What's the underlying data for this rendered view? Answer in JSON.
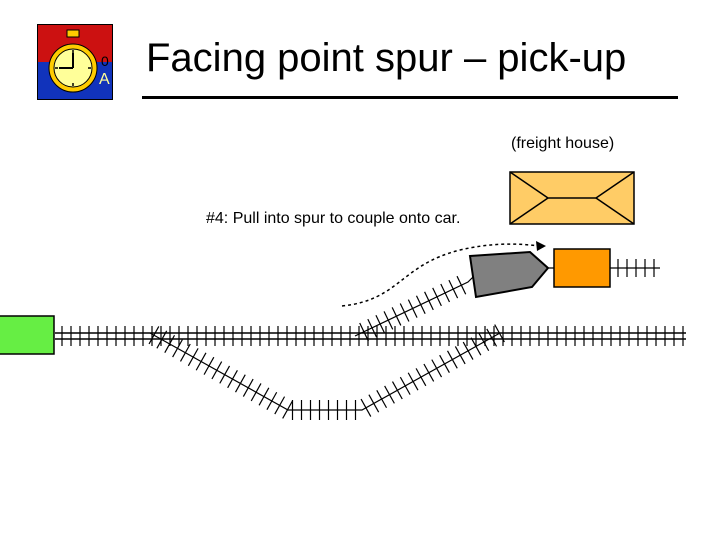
{
  "slide": {
    "title": "Facing point spur – pick-up",
    "freight_house_label": "(freight house)",
    "step_text": "#4: Pull into spur to couple onto car."
  },
  "icons": {
    "logo": "stopwatch-icon"
  },
  "colors": {
    "locomotive_left": "#66EE44",
    "locomotive_spur": "#808080",
    "freight_car": "#FF9900",
    "freight_house": "#FFCC66",
    "logo_red": "#CC1111",
    "logo_blue": "#1133BB",
    "logo_face": "#FFFF99"
  }
}
